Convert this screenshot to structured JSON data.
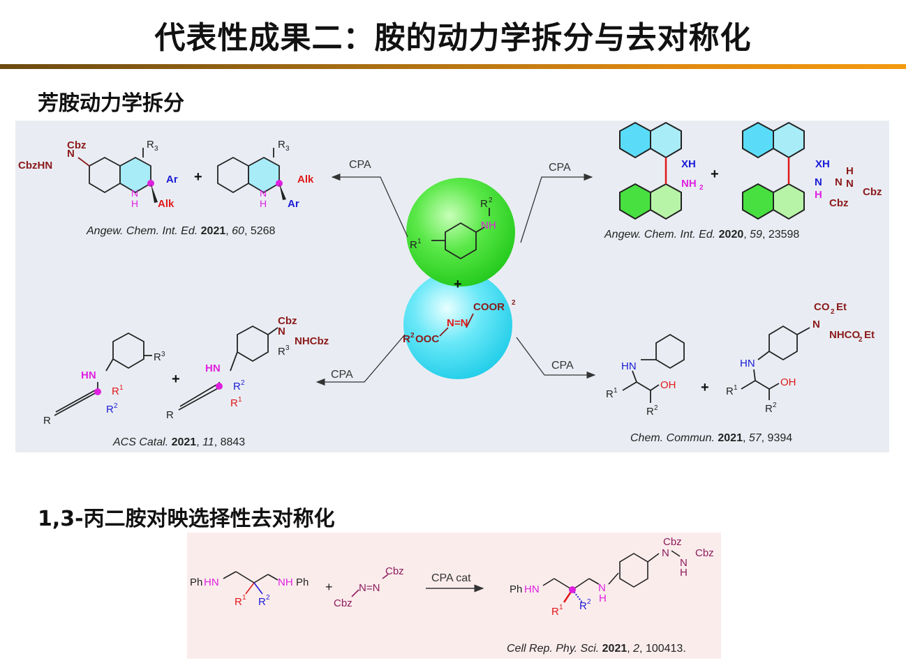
{
  "title": "代表性成果二：胺的动力学拆分与去对称化",
  "section1": "芳胺动力学拆分",
  "section2": "1,3-丙二胺对映选择性去对称化",
  "reagent": "CPA",
  "reagent_cat": "CPA cat",
  "plus": "+",
  "citations": {
    "tl": {
      "journal": "Angew. Chem. Int. Ed.",
      "year": "2021",
      "volume": "60",
      "page": "5268"
    },
    "tr": {
      "journal": "Angew. Chem. Int. Ed.",
      "year": "2020",
      "volume": "59",
      "page": "23598"
    },
    "bl": {
      "journal": "ACS Catal.",
      "year": "2021",
      "volume": "11",
      "page": "8843"
    },
    "br": {
      "journal": "Chem. Commun.",
      "year": "2021",
      "volume": "57",
      "page": "9394"
    },
    "bot": {
      "journal": "Cell Rep. Phy. Sci.",
      "year": "2021",
      "volume": "2",
      "page": "100413."
    }
  },
  "labels": {
    "cbz": "Cbz",
    "cbzhn": "CbzHN",
    "nhcbz": "NHCbz",
    "ar": "Ar",
    "alk": "Alk",
    "r3": "R",
    "r3sup": "3",
    "nh": "N",
    "h": "H",
    "xh": "XH",
    "nh2": "NH",
    "hn": "HN",
    "oh": "OH",
    "r": "R",
    "co2et": "CO",
    "nhco2et": "NHCO",
    "et": "Et",
    "coor2": "COOR",
    "r2ooc": "R",
    "ooc": "OOC",
    "azo": "N=N",
    "phhn": "PhHN",
    "nhph": "NHPh",
    "phhn2": "PhHN",
    "one": "1",
    "two": "2",
    "three": "3"
  },
  "colors": {
    "green_sphere": "#33e02a",
    "cyan_sphere": "#33d9f0",
    "maroon": "#8b1a1a",
    "blue": "#1a1ad6",
    "red": "#e01818",
    "magenta": "#e020e0",
    "purple": "#8b1a5a"
  }
}
